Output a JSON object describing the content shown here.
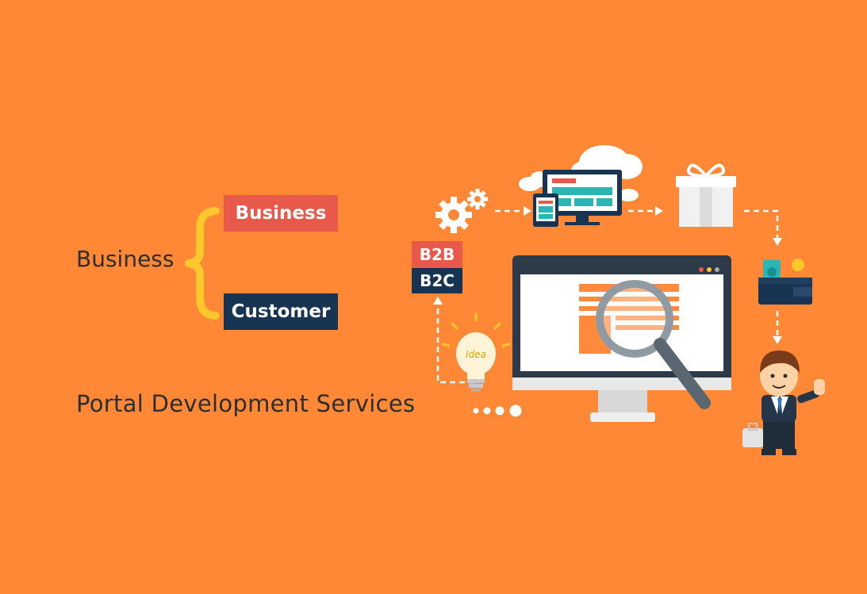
{
  "left": {
    "main_label": "Business",
    "top_tag": "Business",
    "bottom_tag": "Customer",
    "title": "Portal Development Services"
  },
  "illustration": {
    "b2b_label": "B2B",
    "b2c_label": "B2C",
    "idea_label": "Idea"
  },
  "colors": {
    "background": "#fe8836",
    "tag_red": "#e8594c",
    "tag_navy": "#173553",
    "brace_yellow": "#ffc72c"
  }
}
